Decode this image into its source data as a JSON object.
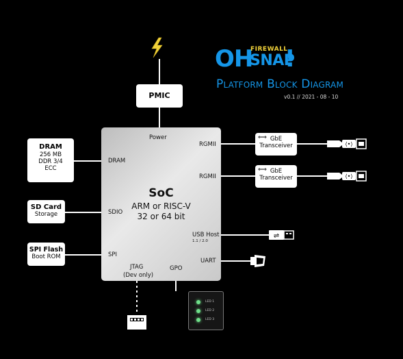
{
  "logo": {
    "oh": "OH",
    "firewall": "FIREWALL",
    "snap": "SNAP",
    "bang": "!"
  },
  "title": "Platform Block Diagram",
  "version": "v0.1  //  2021 - 08 - 10",
  "pmic": "PMIC",
  "soc": {
    "title": "SoC",
    "line1": "ARM or RISC-V",
    "line2": "32 or 64 bit",
    "ports": {
      "power": "Power",
      "dram": "DRAM",
      "sdio": "SDIO",
      "spi": "SPI",
      "jtag": "JTAG",
      "jtag_note": "(Dev only)",
      "gpo": "GPO",
      "rgmii1": "RGMII",
      "rgmii2": "RGMII",
      "usb_host": "USB Host",
      "usb_ver": "1.1 / 2.0",
      "uart": "UART"
    }
  },
  "dram": {
    "title": "DRAM",
    "l1": "256 MB",
    "l2": "DDR 3/4",
    "l3": "ECC"
  },
  "sdcard": {
    "title": "SD Card",
    "l1": "Storage"
  },
  "spiflash": {
    "title": "SPI Flash",
    "l1": "Boot ROM"
  },
  "gbe1": {
    "l1": "GbE",
    "l2": "Transceiver"
  },
  "gbe2": {
    "l1": "GbE",
    "l2": "Transceiver"
  },
  "leds": [
    "LED 1",
    "LED 2",
    "LED 3"
  ],
  "colors": {
    "logo_blue": "#1596e8",
    "accent_yellow": "#f1d23a",
    "led_green": "#6fe08a"
  }
}
